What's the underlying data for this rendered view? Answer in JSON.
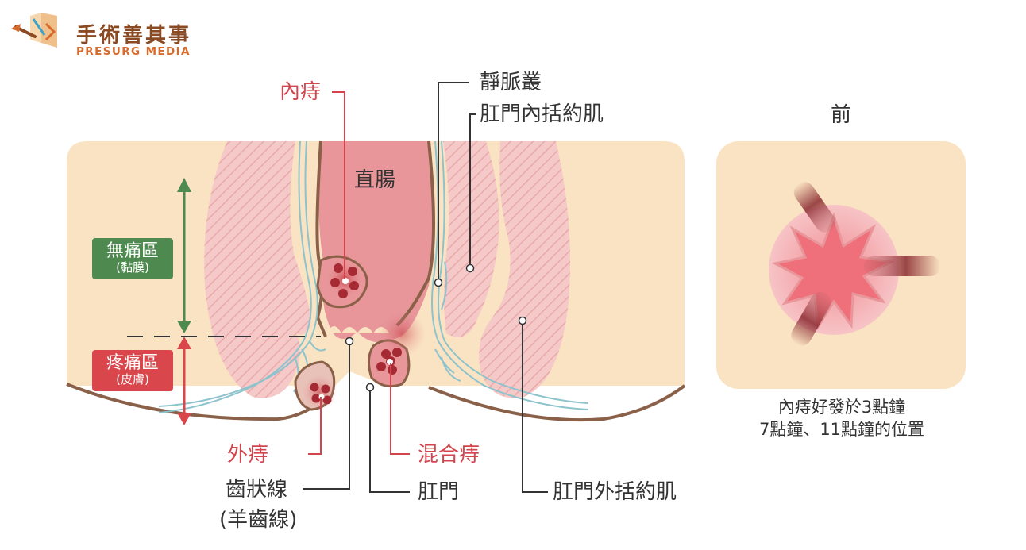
{
  "brand": {
    "title": "手術善其事",
    "subtitle": "PRESURG MEDIA"
  },
  "labels": {
    "internal_hemorrhoid": "內痔",
    "rectum": "直腸",
    "venous_plexus": "靜脈叢",
    "internal_sphincter": "肛門內括約肌",
    "external_hemorrhoid": "外痔",
    "mixed_hemorrhoid": "混合痔",
    "dentate_line": "齒狀線",
    "dentate_line_alt": "(羊齒線)",
    "anus": "肛門",
    "external_sphincter": "肛門外括約肌"
  },
  "zones": {
    "painless": {
      "title": "無痛區",
      "sub": "(黏膜)",
      "color": "#4e8a4f"
    },
    "painful": {
      "title": "疼痛區",
      "sub": "(皮膚)",
      "color": "#d9474c"
    }
  },
  "front_view": {
    "heading": "前",
    "caption_line1": "內痔好發於3點鐘",
    "caption_line2": "7點鐘、11點鐘的位置"
  },
  "colors": {
    "background_tissue": "#fae3c2",
    "muscle": "#f4c8c6",
    "rectum": "#e8969a",
    "hemorrhoid": "#a52a33",
    "vessel": "#8cc3cd",
    "outline": "#8a6048",
    "label_red": "#d4444c",
    "label_dark": "#333333"
  }
}
